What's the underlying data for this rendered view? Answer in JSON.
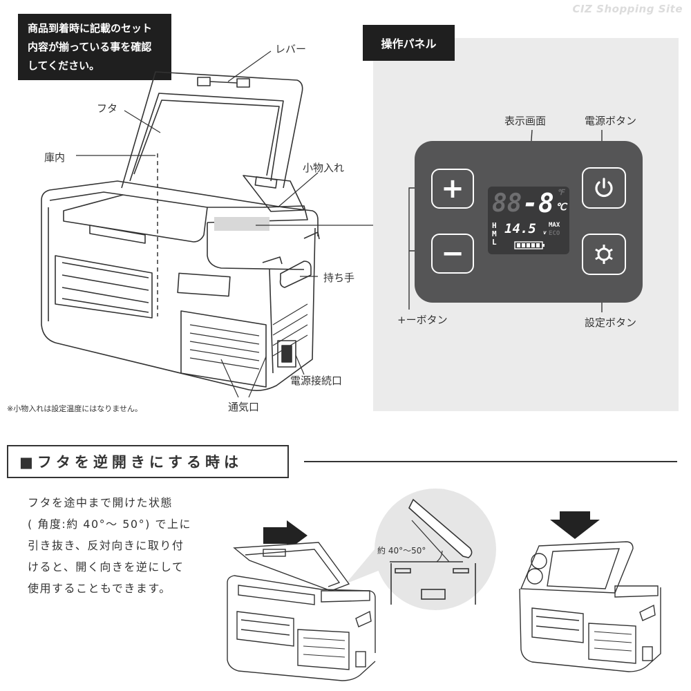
{
  "watermark": "CIZ Shopping Site",
  "notice": {
    "lines": [
      "商品到着時に記載のセット",
      "内容が揃っている事を確認",
      "してください。"
    ]
  },
  "labels": {
    "lever": "レバー",
    "lid": "フタ",
    "interior": "庫内",
    "accessory_box": "小物入れ",
    "handle": "持ち手",
    "power_port": "電源接続口",
    "vent": "通気口"
  },
  "footnote": "※小物入れは設定温度にはなりません。",
  "control_panel": {
    "tag": "操作パネル",
    "display_label": "表示画面",
    "power_button_label": "電源ボタン",
    "plus_minus_label": "+ーボタン",
    "settings_button_label": "設定ボタン",
    "plus_symbol": "+",
    "minus_symbol": "−",
    "display": {
      "temp_main": "-8",
      "temp_ghost": "88",
      "unit": "℃",
      "unit_f": "℉",
      "voltage": "14.5",
      "voltage_unit": "v",
      "levels": [
        "H",
        "M",
        "L"
      ],
      "mode_max": "MAX",
      "mode_eco": "ECO"
    }
  },
  "reverse_section": {
    "heading": "■フタを逆開きにする時は",
    "description_lines": [
      "フタを途中まで開けた状態",
      "( 角度:約 40°〜 50°) で上に",
      "引き抜き、反対向きに取り付",
      "けると、開く向きを逆にして",
      "使用することもできます。"
    ],
    "angle_label": "約 40°〜50°"
  },
  "colors": {
    "panel_dark": "#555556",
    "panel_bg": "#ebebeb",
    "label_dark": "#1f1f1f"
  }
}
